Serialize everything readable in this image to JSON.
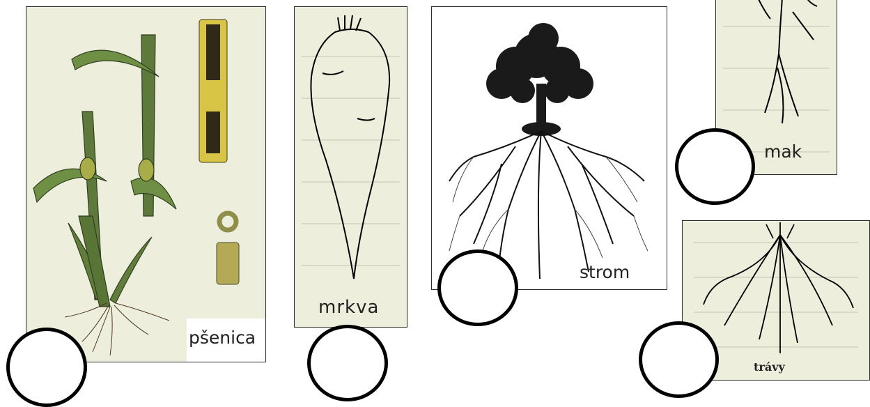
{
  "cards": {
    "wheat": {
      "label": "pšenica"
    },
    "carrot": {
      "label": "mrkva"
    },
    "tree": {
      "label": "strom"
    },
    "poppy": {
      "label": "mak"
    },
    "grass": {
      "label": "trávy"
    }
  },
  "colors": {
    "paper": "#eeeedd",
    "plant_green": "#4f6b35",
    "stem_yellow": "#c8b84a",
    "outline": "#000000"
  }
}
